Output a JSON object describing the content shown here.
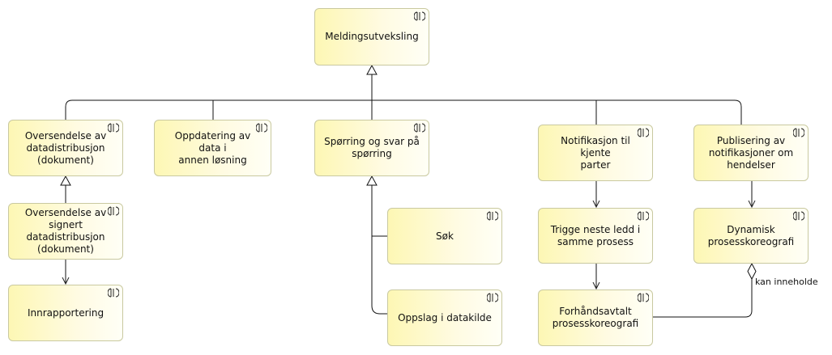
{
  "nodes": {
    "meldingsutveksling": "Meldingsutveksling",
    "oversendelse": "Oversendelse av\ndatadistribusjon\n(dokument)",
    "oppdatering": "Oppdatering av data i\nannen løsning",
    "sporring": "Spørring og svar på\nspørring",
    "notifikasjon": "Notifikasjon til kjente\nparter",
    "publisering": "Publisering av\nnotifikasjoner om\nhendelser",
    "oversendelse_signert": "Oversendelse av signert\ndatadistribusjon\n(dokument)",
    "innrapportering": "Innrapportering",
    "sok": "Søk",
    "oppslag": "Oppslag i datakilde",
    "trigge": "Trigge neste ledd i\nsamme prosess",
    "dynamisk": "Dynamisk\nprosesskoreografi",
    "forhandsavtalt": "Forhåndsavtalt\nprosesskoreografi"
  },
  "edge_label": "kan inneholde",
  "icon": "archimate-business-process-icon"
}
